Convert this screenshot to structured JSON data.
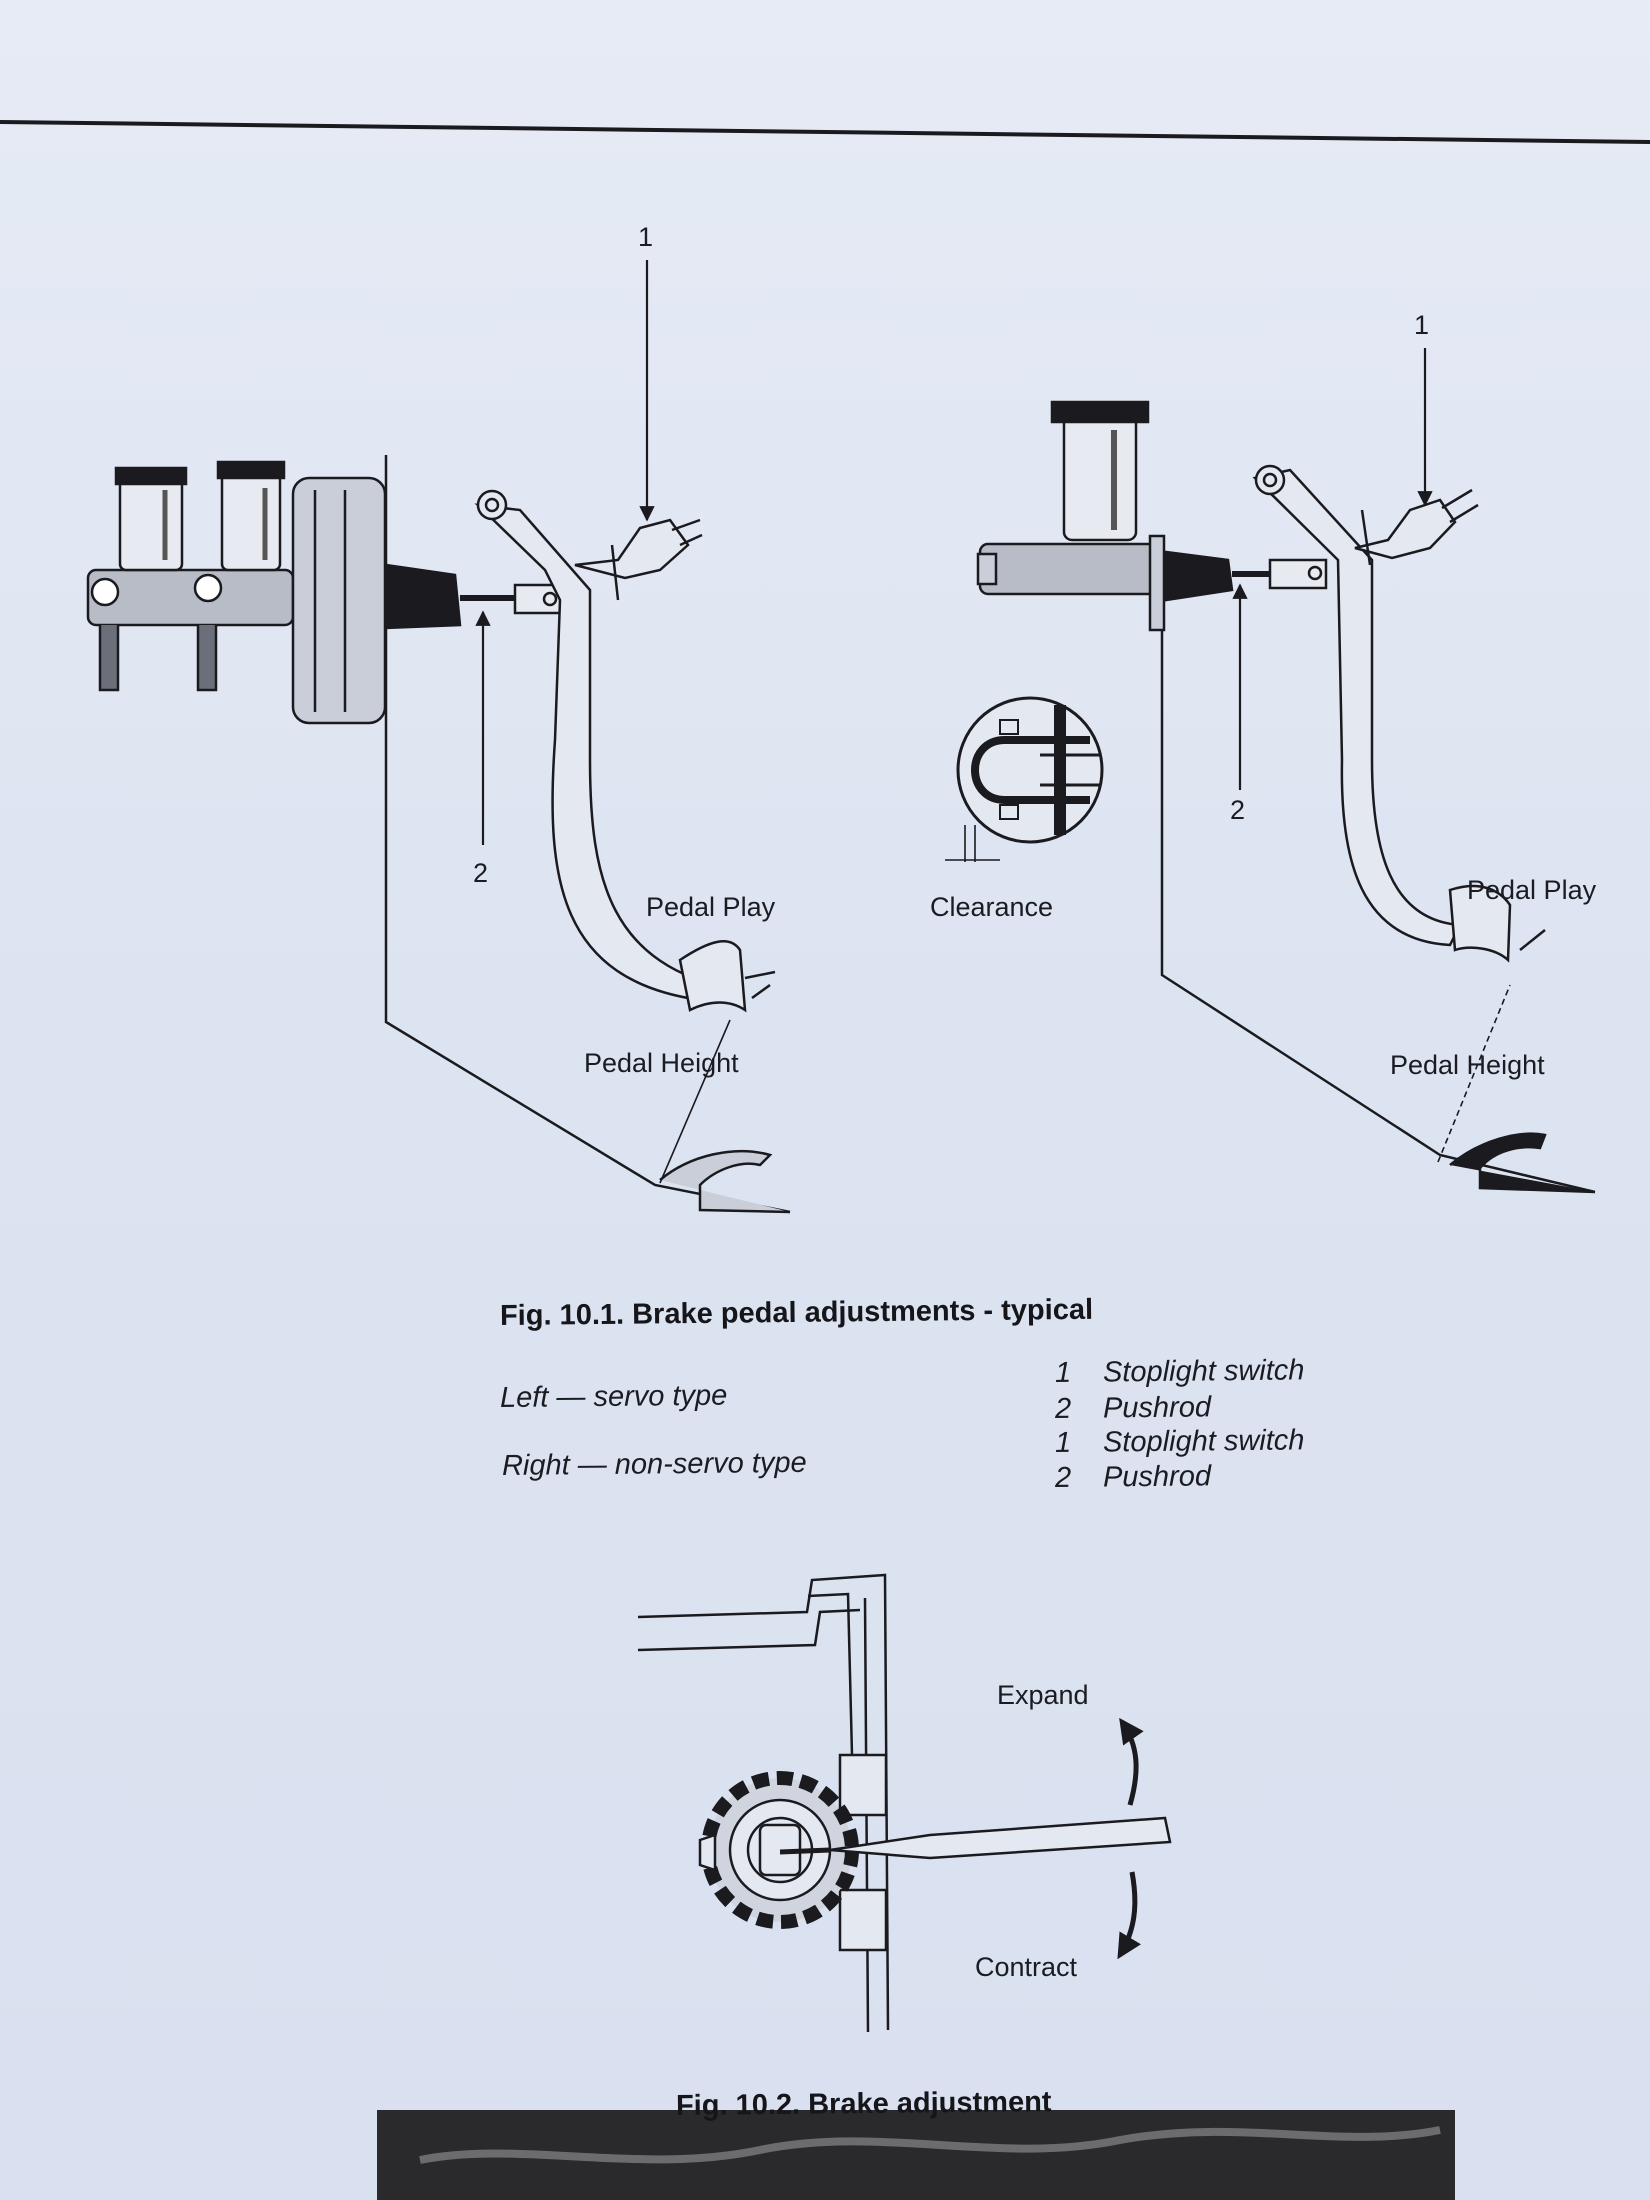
{
  "figure1": {
    "caption": "Fig. 10.1. Brake pedal adjustments - typical",
    "left_diagram": {
      "callout_1": "1",
      "callout_2": "2",
      "pedal_play": "Pedal Play",
      "pedal_height": "Pedal Height"
    },
    "right_diagram": {
      "callout_1": "1",
      "callout_2": "2",
      "pedal_play": "Pedal Play",
      "pedal_height": "Pedal Height",
      "clearance": "Clearance"
    },
    "variants": {
      "left": "Left — servo type",
      "right": "Right — non-servo type"
    },
    "legend": [
      {
        "number": "1",
        "text": "Stoplight switch"
      },
      {
        "number": "2",
        "text": "Pushrod"
      },
      {
        "number": "1",
        "text": "Stoplight switch"
      },
      {
        "number": "2",
        "text": "Pushrod"
      }
    ]
  },
  "figure2": {
    "caption": "Fig. 10.2. Brake adjustment",
    "expand": "Expand",
    "contract": "Contract"
  },
  "colors": {
    "paper": "#dfe5f2",
    "ink": "#1a1a1f",
    "photo_band": "#2a2a2d"
  }
}
